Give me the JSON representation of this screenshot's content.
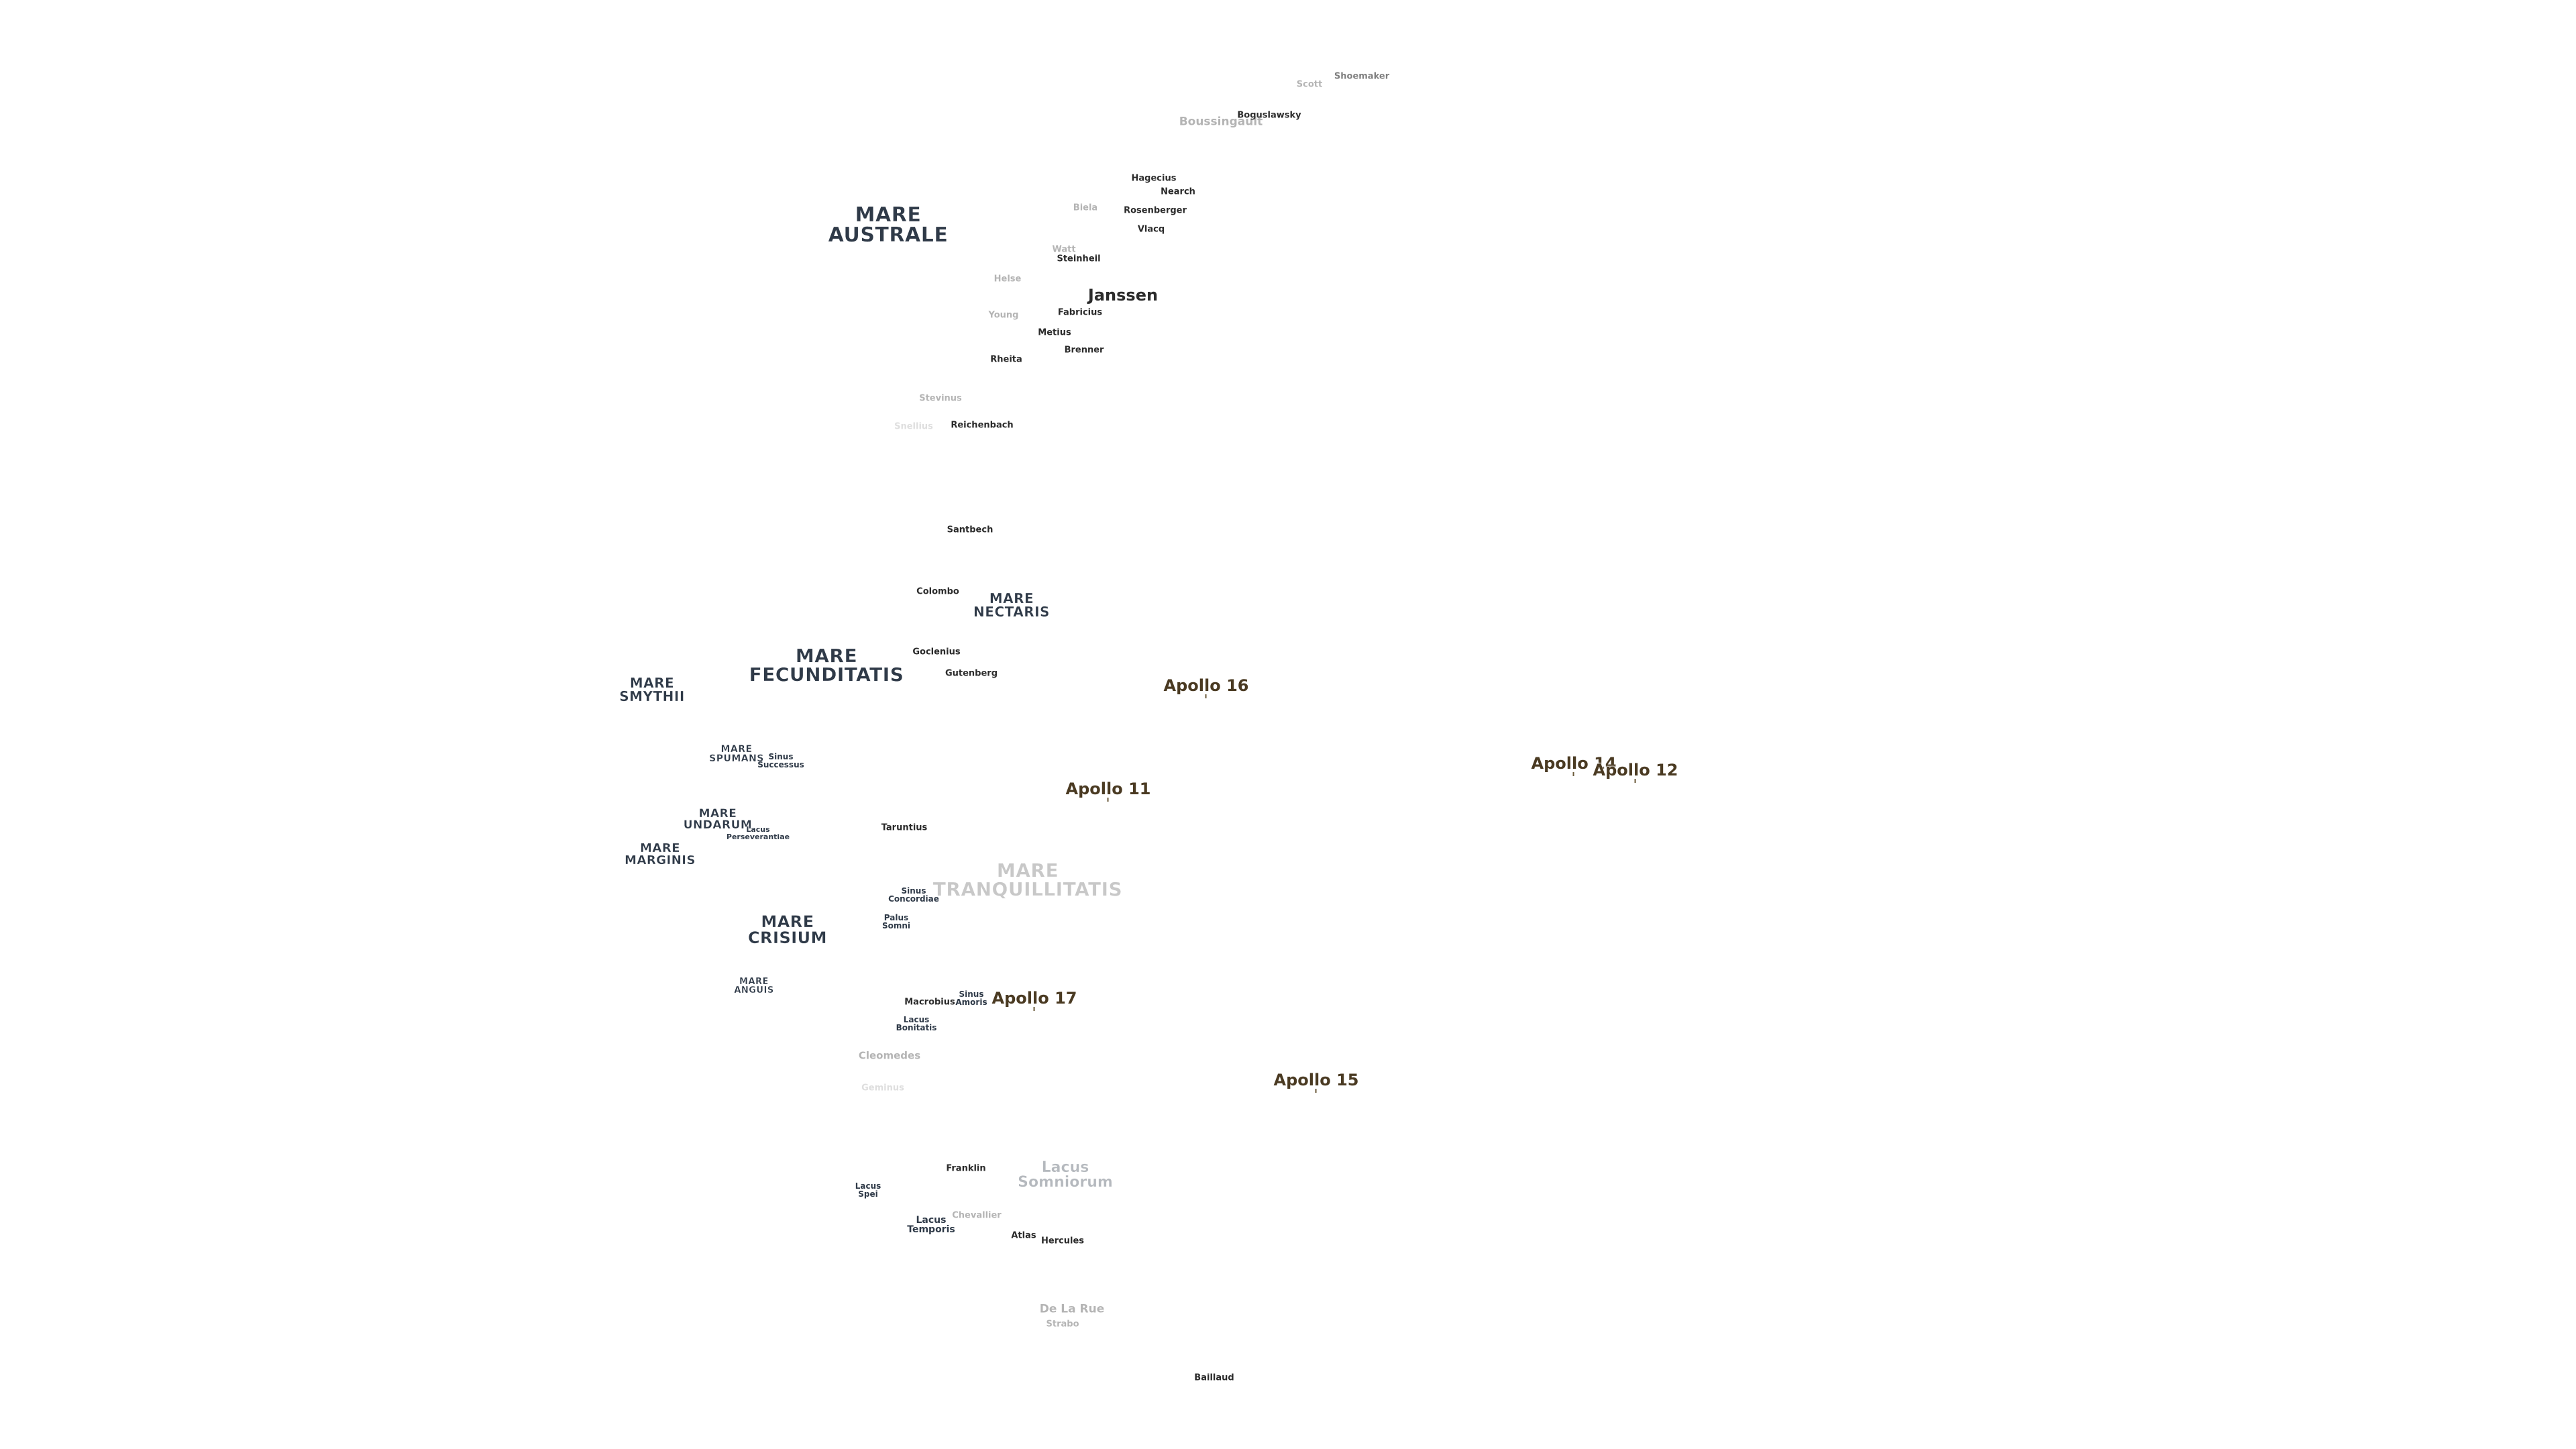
{
  "labels": [
    {
      "id": "shoemaker",
      "text": "Shoemaker",
      "kind": "crater"
    },
    {
      "id": "scott",
      "text": "Scott",
      "kind": "crater"
    },
    {
      "id": "boguslawsky",
      "text": "Boguslawsky",
      "kind": "crater"
    },
    {
      "id": "boussingault",
      "text": "Boussingault",
      "kind": "crater"
    },
    {
      "id": "hagecius",
      "text": "Hagecius",
      "kind": "crater"
    },
    {
      "id": "nearch",
      "text": "Nearch",
      "kind": "crater"
    },
    {
      "id": "biela",
      "text": "Biela",
      "kind": "crater"
    },
    {
      "id": "rosenberger",
      "text": "Rosenberger",
      "kind": "crater"
    },
    {
      "id": "vlacq",
      "text": "Vlacq",
      "kind": "crater"
    },
    {
      "id": "mare-australe",
      "text": "MARE\nAUSTRALE",
      "kind": "mare"
    },
    {
      "id": "watt",
      "text": "Watt",
      "kind": "crater"
    },
    {
      "id": "steinheil",
      "text": "Steinheil",
      "kind": "crater"
    },
    {
      "id": "hulse",
      "text": "Helse",
      "kind": "crater"
    },
    {
      "id": "janssen",
      "text": "Janssen",
      "kind": "crater"
    },
    {
      "id": "young",
      "text": "Young",
      "kind": "crater"
    },
    {
      "id": "fabricius",
      "text": "Fabricius",
      "kind": "crater"
    },
    {
      "id": "metius",
      "text": "Metius",
      "kind": "crater"
    },
    {
      "id": "brenner",
      "text": "Brenner",
      "kind": "crater"
    },
    {
      "id": "rheita",
      "text": "Rheita",
      "kind": "crater"
    },
    {
      "id": "stevinus",
      "text": "Stevinus",
      "kind": "crater"
    },
    {
      "id": "snellius",
      "text": "Snellius",
      "kind": "crater"
    },
    {
      "id": "reichenbach",
      "text": "Reichenbach",
      "kind": "crater"
    },
    {
      "id": "santbech",
      "text": "Santbech",
      "kind": "crater"
    },
    {
      "id": "colombo",
      "text": "Colombo",
      "kind": "crater"
    },
    {
      "id": "mare-nectaris",
      "text": "MARE\nNECTARIS",
      "kind": "mare"
    },
    {
      "id": "mare-fecunditatis",
      "text": "MARE\nFECUNDITATIS",
      "kind": "mare"
    },
    {
      "id": "goclenius",
      "text": "Goclenius",
      "kind": "crater"
    },
    {
      "id": "gutenberg",
      "text": "Gutenberg",
      "kind": "crater"
    },
    {
      "id": "mare-smythii",
      "text": "MARE\nSMYTHII",
      "kind": "mare"
    },
    {
      "id": "apollo-16",
      "text": "Apollo 16",
      "kind": "apollo"
    },
    {
      "id": "mare-spumans",
      "text": "MARE\nSPUMANS",
      "kind": "mare"
    },
    {
      "id": "sinus-successus",
      "text": "Sinus\nSuccessus",
      "kind": "sinus"
    },
    {
      "id": "apollo-14",
      "text": "Apollo 14",
      "kind": "apollo"
    },
    {
      "id": "apollo-12",
      "text": "Apollo 12",
      "kind": "apollo"
    },
    {
      "id": "apollo-11",
      "text": "Apollo 11",
      "kind": "apollo"
    },
    {
      "id": "mare-undarum",
      "text": "MARE\nUNDARUM",
      "kind": "mare"
    },
    {
      "id": "lacus-perseverantiae",
      "text": "Lacus\nPerseverantiae",
      "kind": "sinus"
    },
    {
      "id": "taruntius",
      "text": "Taruntius",
      "kind": "crater"
    },
    {
      "id": "mare-marginis",
      "text": "MARE\nMARGINIS",
      "kind": "mare"
    },
    {
      "id": "mare-tranquillitatis",
      "text": "MARE\nTRANQUILLITATIS",
      "kind": "mare"
    },
    {
      "id": "sinus-concordiae",
      "text": "Sinus\nConcordiae",
      "kind": "sinus"
    },
    {
      "id": "palus-somni",
      "text": "Palus\nSomni",
      "kind": "sinus"
    },
    {
      "id": "mare-crisium",
      "text": "MARE\nCRISIUM",
      "kind": "mare"
    },
    {
      "id": "mare-anguis",
      "text": "MARE\nANGUIS",
      "kind": "mare"
    },
    {
      "id": "macrobius",
      "text": "Macrobius",
      "kind": "crater"
    },
    {
      "id": "sinus-amoris",
      "text": "Sinus\nAmoris",
      "kind": "sinus"
    },
    {
      "id": "apollo-17",
      "text": "Apollo 17",
      "kind": "apollo"
    },
    {
      "id": "lacus-bonitatis",
      "text": "Lacus\nBonitatis",
      "kind": "sinus"
    },
    {
      "id": "cleomedes",
      "text": "Cleomedes",
      "kind": "crater"
    },
    {
      "id": "geminus",
      "text": "Geminus",
      "kind": "crater"
    },
    {
      "id": "apollo-15",
      "text": "Apollo 15",
      "kind": "apollo"
    },
    {
      "id": "franklin",
      "text": "Franklin",
      "kind": "crater"
    },
    {
      "id": "lacus-somniorum",
      "text": "Lacus\nSomniorum",
      "kind": "lacus"
    },
    {
      "id": "lacus-spei",
      "text": "Lacus\nSpei",
      "kind": "sinus"
    },
    {
      "id": "chevallier",
      "text": "Chevallier",
      "kind": "crater"
    },
    {
      "id": "lacus-temporis",
      "text": "Lacus\nTemporis",
      "kind": "sinus"
    },
    {
      "id": "atlas",
      "text": "Atlas",
      "kind": "crater"
    },
    {
      "id": "hercules",
      "text": "Hercules",
      "kind": "crater"
    },
    {
      "id": "de-la-rue",
      "text": "De La Rue",
      "kind": "crater"
    },
    {
      "id": "strabo",
      "text": "Strabo",
      "kind": "crater"
    },
    {
      "id": "baillaud",
      "text": "Baillaud",
      "kind": "crater"
    }
  ]
}
